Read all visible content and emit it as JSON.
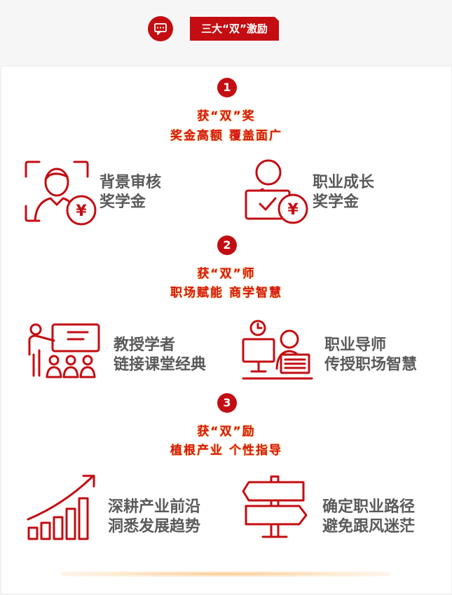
{
  "header": {
    "title": "三大“双”激励"
  },
  "sections": [
    {
      "number": "1",
      "heading": "获“双”奖",
      "subheading": "奖金高额  覆盖面广",
      "items": [
        {
          "icon": "user-face-scan-yuan-icon",
          "line1": "背景审核",
          "line2": "奖学金"
        },
        {
          "icon": "user-laptop-yuan-icon",
          "line1": "职业成长",
          "line2": "奖学金"
        }
      ]
    },
    {
      "number": "2",
      "heading": "获“双”师",
      "subheading": "职场赋能  商学智慧",
      "items": [
        {
          "icon": "teacher-classroom-icon",
          "line1": "教授学者",
          "line2": "链接课堂经典"
        },
        {
          "icon": "mentor-desk-clock-icon",
          "line1": "职业导师",
          "line2": "传授职场智慧"
        }
      ]
    },
    {
      "number": "3",
      "heading": "获“双”励",
      "subheading": "植根产业  个性指导",
      "items": [
        {
          "icon": "growth-bar-chart-icon",
          "line1": "深耕产业前沿",
          "line2": "洞悉发展趋势"
        },
        {
          "icon": "signpost-icon",
          "line1": "确定职业路径",
          "line2": "避免跟风迷茫"
        }
      ]
    }
  ],
  "colors": {
    "accent": "#c30d12",
    "heading": "#d7151b",
    "text": "#5a5a5a"
  }
}
